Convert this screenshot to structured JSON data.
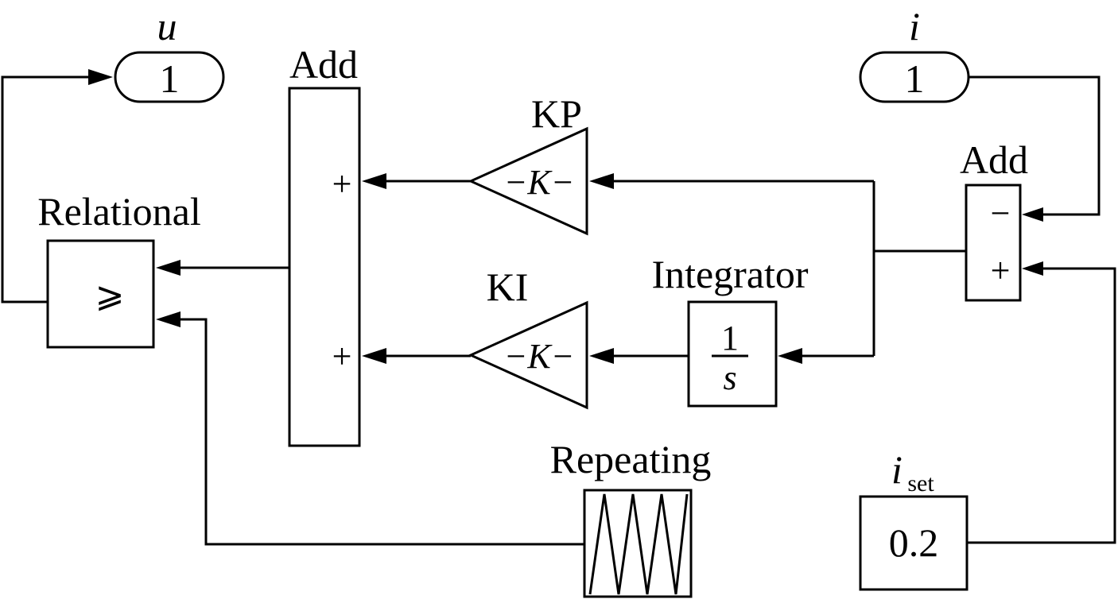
{
  "diagram": {
    "outport_u": {
      "label": "u",
      "value": "1"
    },
    "inport_i": {
      "label": "i",
      "value": "1"
    },
    "add_left": {
      "label": "Add",
      "signs": [
        "+",
        "+"
      ]
    },
    "add_right": {
      "label": "Add",
      "signs": [
        "−",
        "+"
      ]
    },
    "gain_kp": {
      "label": "KP",
      "symbol": "−K−"
    },
    "gain_ki": {
      "label": "KI",
      "symbol": "−K−"
    },
    "integrator": {
      "label": "Integrator",
      "numerator": "1",
      "denominator": "s"
    },
    "relational": {
      "label": "Relational",
      "operator": "⩾"
    },
    "repeating": {
      "label": "Repeating"
    },
    "constant_iset": {
      "label_main": "i",
      "label_sub": "set",
      "value": "0.2"
    }
  }
}
